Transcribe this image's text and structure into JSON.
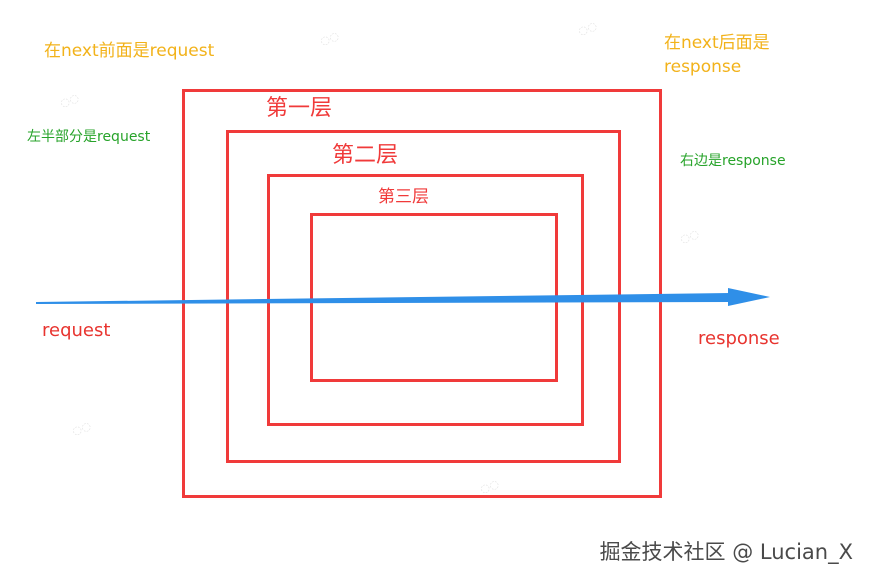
{
  "layers": [
    {
      "label": "第一层"
    },
    {
      "label": "第二层"
    },
    {
      "label": "第三层"
    }
  ],
  "notes": {
    "before_next": "在next前面是request",
    "after_next": "在next后面是response",
    "left_half": "左半部分是request",
    "right_side": "右边是response"
  },
  "flow": {
    "request": "request",
    "response": "response"
  },
  "watermark": "掘金技术社区 @ Lucian_X",
  "colors": {
    "box": "#f03a3a",
    "arrow": "#2f8fe8",
    "yellow_note": "#f2b21a",
    "green_note": "#27a32a",
    "flow_label": "#e8342f"
  }
}
